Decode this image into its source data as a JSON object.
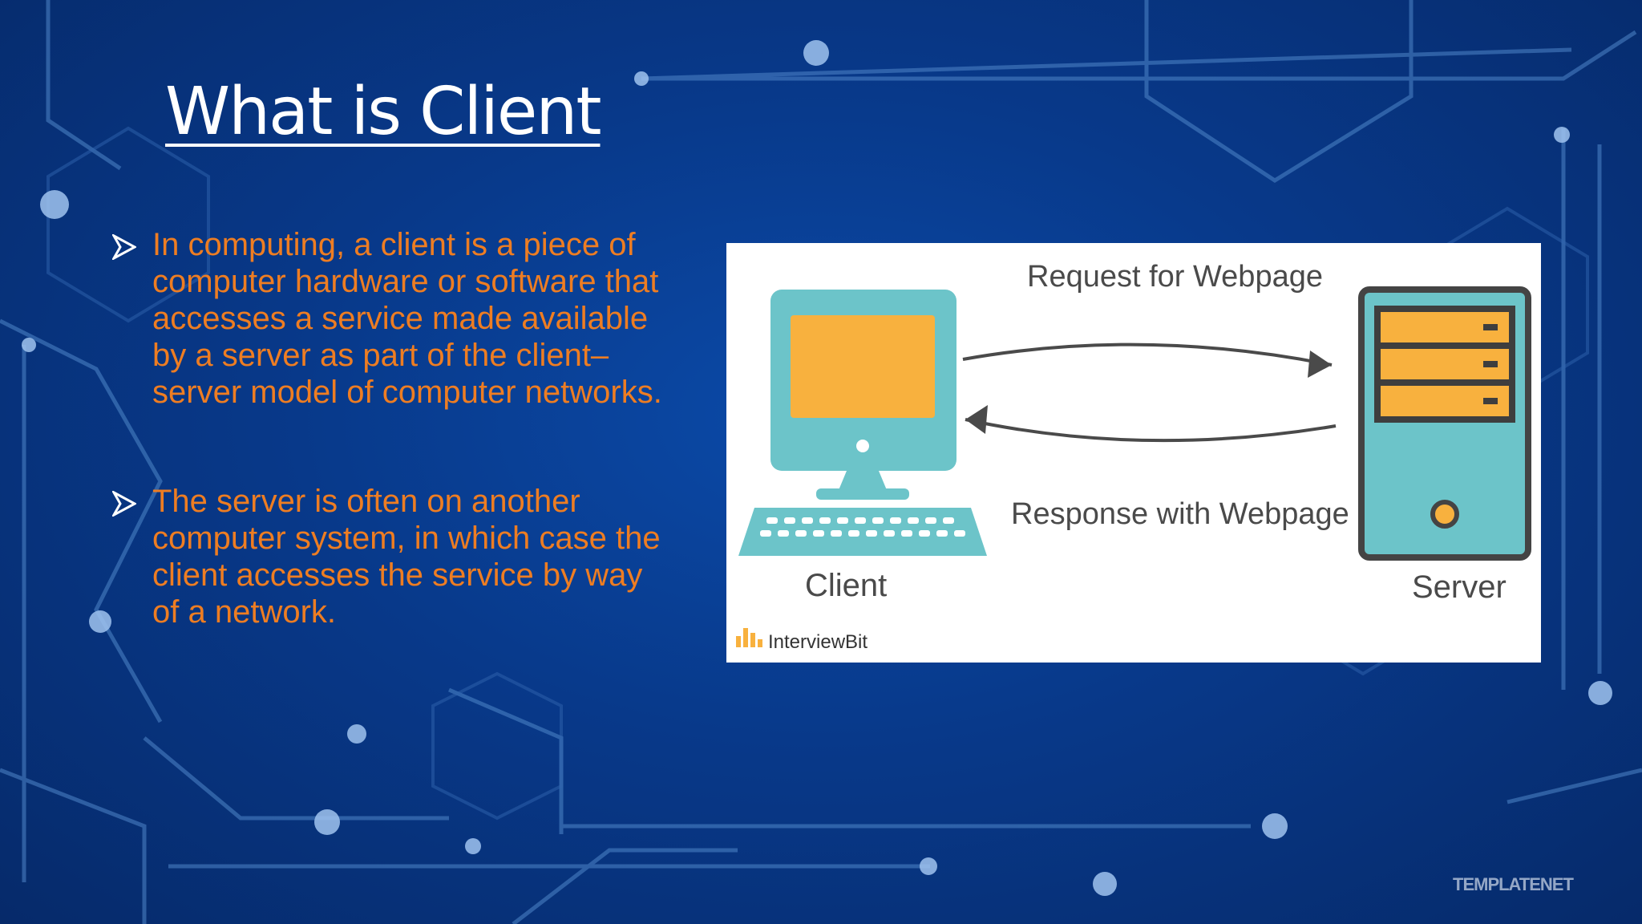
{
  "slide": {
    "title": "What is Client",
    "bullets": [
      {
        "text": "In computing, a client is a piece of computer hardware or software that accesses a service made available by a server as part of the client–server model of computer networks."
      },
      {
        "text": "The server is often on another computer system, in which case the client accesses the service by way of a network."
      }
    ],
    "text_color": "#ee7d22",
    "background_color": "#08398a"
  },
  "diagram": {
    "request_label": "Request for Webpage",
    "response_label": "Response with Webpage",
    "client_label": "Client",
    "server_label": "Server",
    "source_logo": "InterviewBit",
    "colors": {
      "device": "#6cc4c9",
      "screen": "#f8b13e",
      "arrow": "#4a4a4a"
    }
  },
  "watermark": "TEMPLATENET",
  "icons": {
    "bullet": "arrowhead-bullet-icon",
    "client": "desktop-computer-icon",
    "server": "server-tower-icon"
  }
}
